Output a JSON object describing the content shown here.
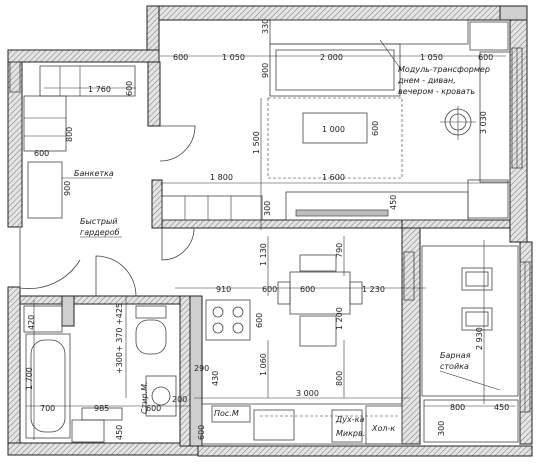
{
  "dimensions": {
    "d600_top_left": "600",
    "d1050_top_left": "1 050",
    "d2000_top": "2 000",
    "d1050_top_right": "1 050",
    "d600_top_right": "600",
    "d330_top": "330",
    "d900_sofa": "900",
    "d1000_table": "1 000",
    "d600_table": "600",
    "d1500_living": "1 500",
    "d3030_desk": "3 030",
    "d1760_hall": "1 760",
    "d600_hall_top": "600",
    "d800_hall": "800",
    "d600_hall_left": "600",
    "d900_bench": "900",
    "d1800": "1 800",
    "d1600": "1 600",
    "d300_tv": "300",
    "d450_tv": "450",
    "d1130": "1 130",
    "d790": "790",
    "d910": "910",
    "d600_kitchen_a": "600",
    "d600_kitchen_b": "600",
    "d1230": "1 230",
    "d420": "420",
    "d600_bath_wc": "600",
    "d1200": "1 200",
    "d2930": "2 930",
    "d425_370_300": "+300+ 370 +425",
    "d290": "290",
    "d430": "430",
    "d1060": "1 060",
    "d800_kitchen": "800",
    "d1700": "1 700",
    "d700": "700",
    "d985": "985",
    "d600_bath_bottom": "600",
    "d200": "200",
    "d3000": "3 000",
    "d800_bar": "800",
    "d450_bar": "450",
    "d450_bath": "450",
    "d600_kitchen_bottom": "600",
    "d300_bar": "300"
  },
  "labels": {
    "module_line1": "Модуль-трансформер",
    "module_line2": "днем - диван,",
    "module_line3": "вечером - кровать",
    "bench": "Банкетка",
    "wardrobe_line1": "Быстрый",
    "wardrobe_line2": "гардероб",
    "bar_line1": "Барная",
    "bar_line2": "стойка",
    "dishwasher": "Пос.М",
    "oven_line1": "Дух-ка",
    "oven_line2": "Микрв.",
    "fridge": "Хол-к",
    "washer_line1": "Стир.М."
  }
}
